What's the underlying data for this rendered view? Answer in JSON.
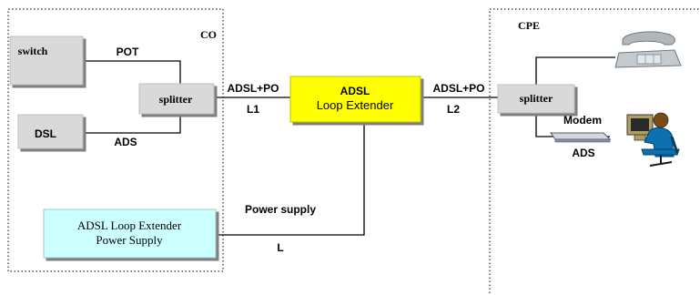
{
  "zones": {
    "co": "CO",
    "cpe": "CPE"
  },
  "nodes": {
    "switch": "switch",
    "dsl": "DSL",
    "splitter_co": "splitter",
    "splitter_cpe": "splitter",
    "extender_line1": "ADSL",
    "extender_line2": "Loop Extender",
    "power_line1": "ADSL Loop Extender",
    "power_line2": "Power Supply"
  },
  "links": {
    "pot": "POT",
    "ads_co": "ADS",
    "adsl_po_left": "ADSL+PO",
    "l1": "L1",
    "adsl_po_right": "ADSL+PO",
    "l2": "L2",
    "power_supply": "Power supply",
    "l": "L",
    "modem": "Modem",
    "ads_cpe": "ADS"
  },
  "icons": {
    "phone": "telephone-icon",
    "modem": "modem-icon",
    "user": "computer-user-icon"
  },
  "colors": {
    "gray_box": "#d9d9d9",
    "extender_fill": "#ffff00",
    "power_fill": "#ccffff",
    "phone_body": "#b0b8bc",
    "user_body": "#0b6fb0"
  }
}
